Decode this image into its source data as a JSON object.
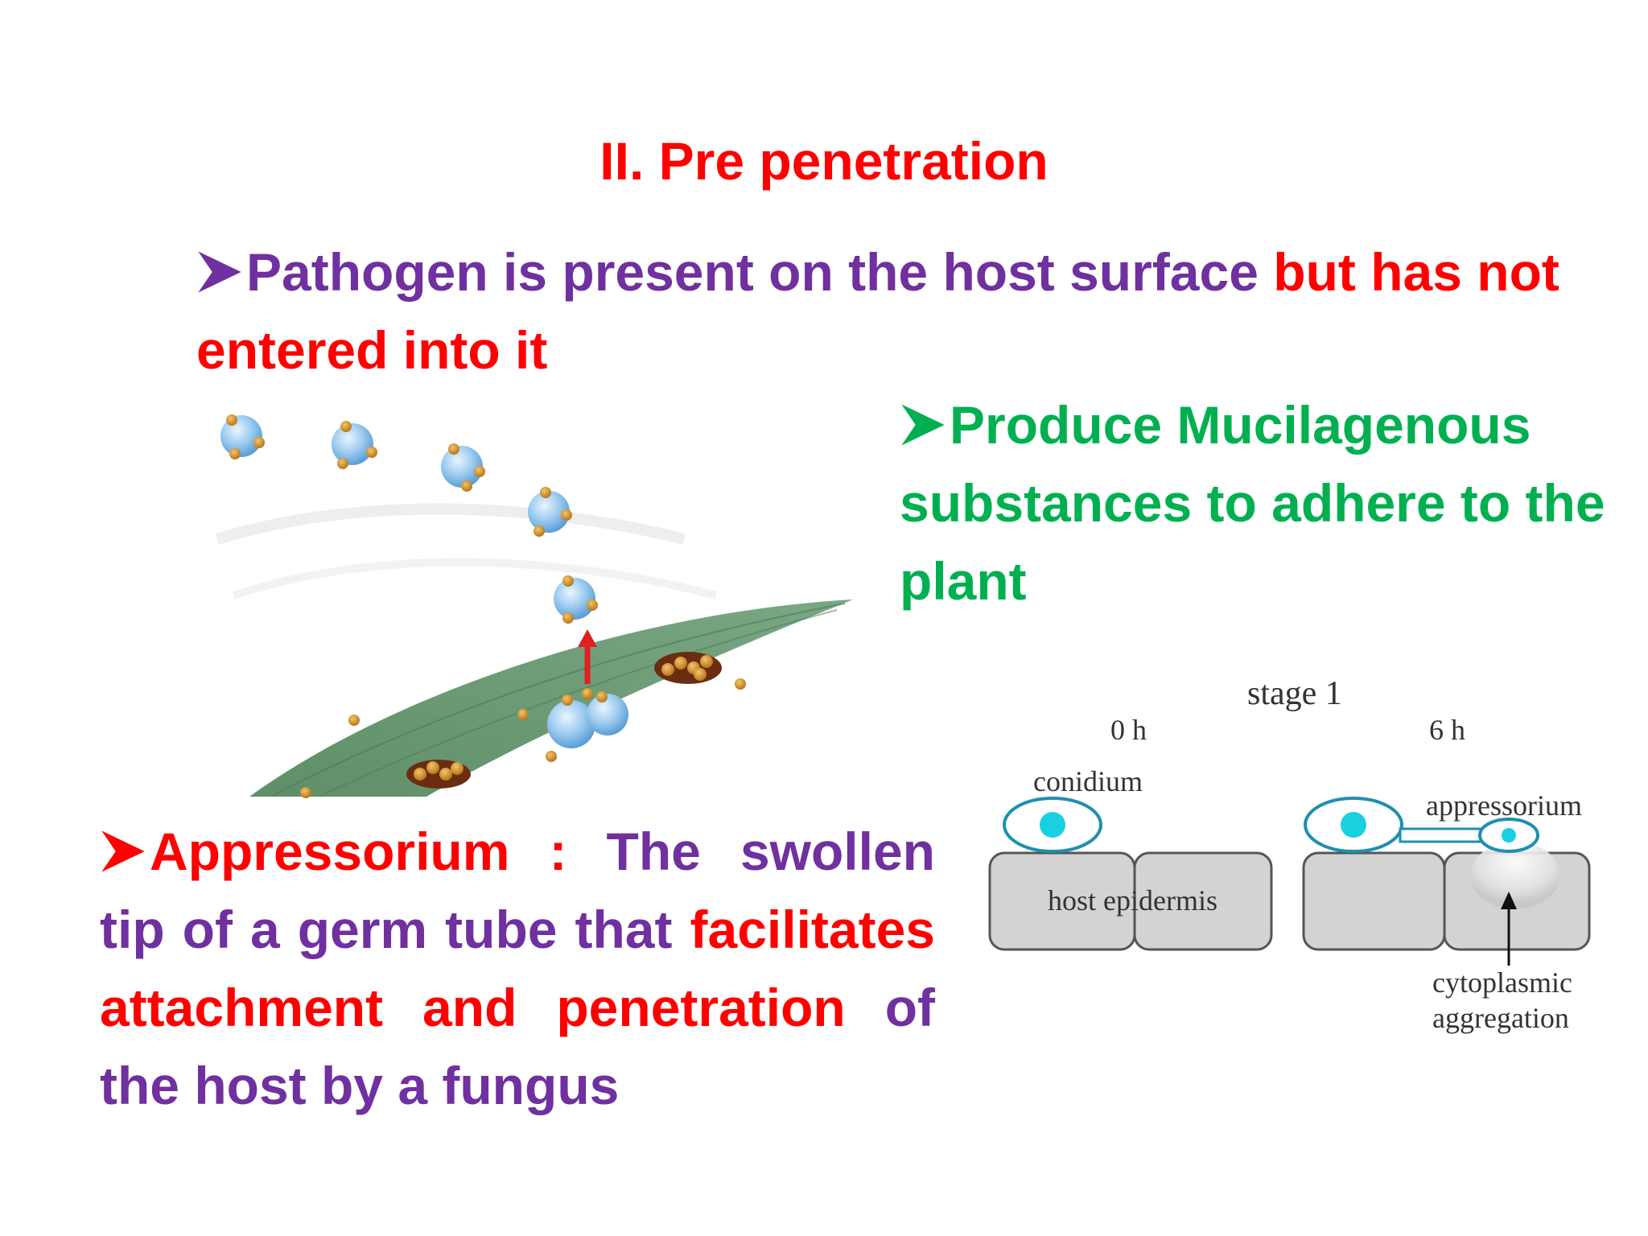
{
  "slide": {
    "title": "II. Pre penetration",
    "bullet1": {
      "part1": "Pathogen is present on the host surface ",
      "part2": "but has not entered into it"
    },
    "bullet2": {
      "text": "Produce Mucilagenous substances to adhere to the plant"
    },
    "bullet3": {
      "term": "Appressorium",
      "sep": " : ",
      "part1": "The swollen tip of a germ tube that ",
      "part2": "facilitates attachment and penetration",
      "part3": " of the host by a fungus"
    },
    "colors": {
      "red": "#ff0000",
      "purple": "#7030a0",
      "green": "#00b050"
    }
  },
  "diagram": {
    "stage": "stage 1",
    "time_left": "0 h",
    "time_right": "6 h",
    "label_conidium": "conidium",
    "label_host": "host epidermis",
    "label_appressorium": "appressorium",
    "label_cyto_line1": "cytoplasmic",
    "label_cyto_line2": "aggregation"
  },
  "icons": {
    "bullet": "arrowhead-bullet-icon"
  }
}
